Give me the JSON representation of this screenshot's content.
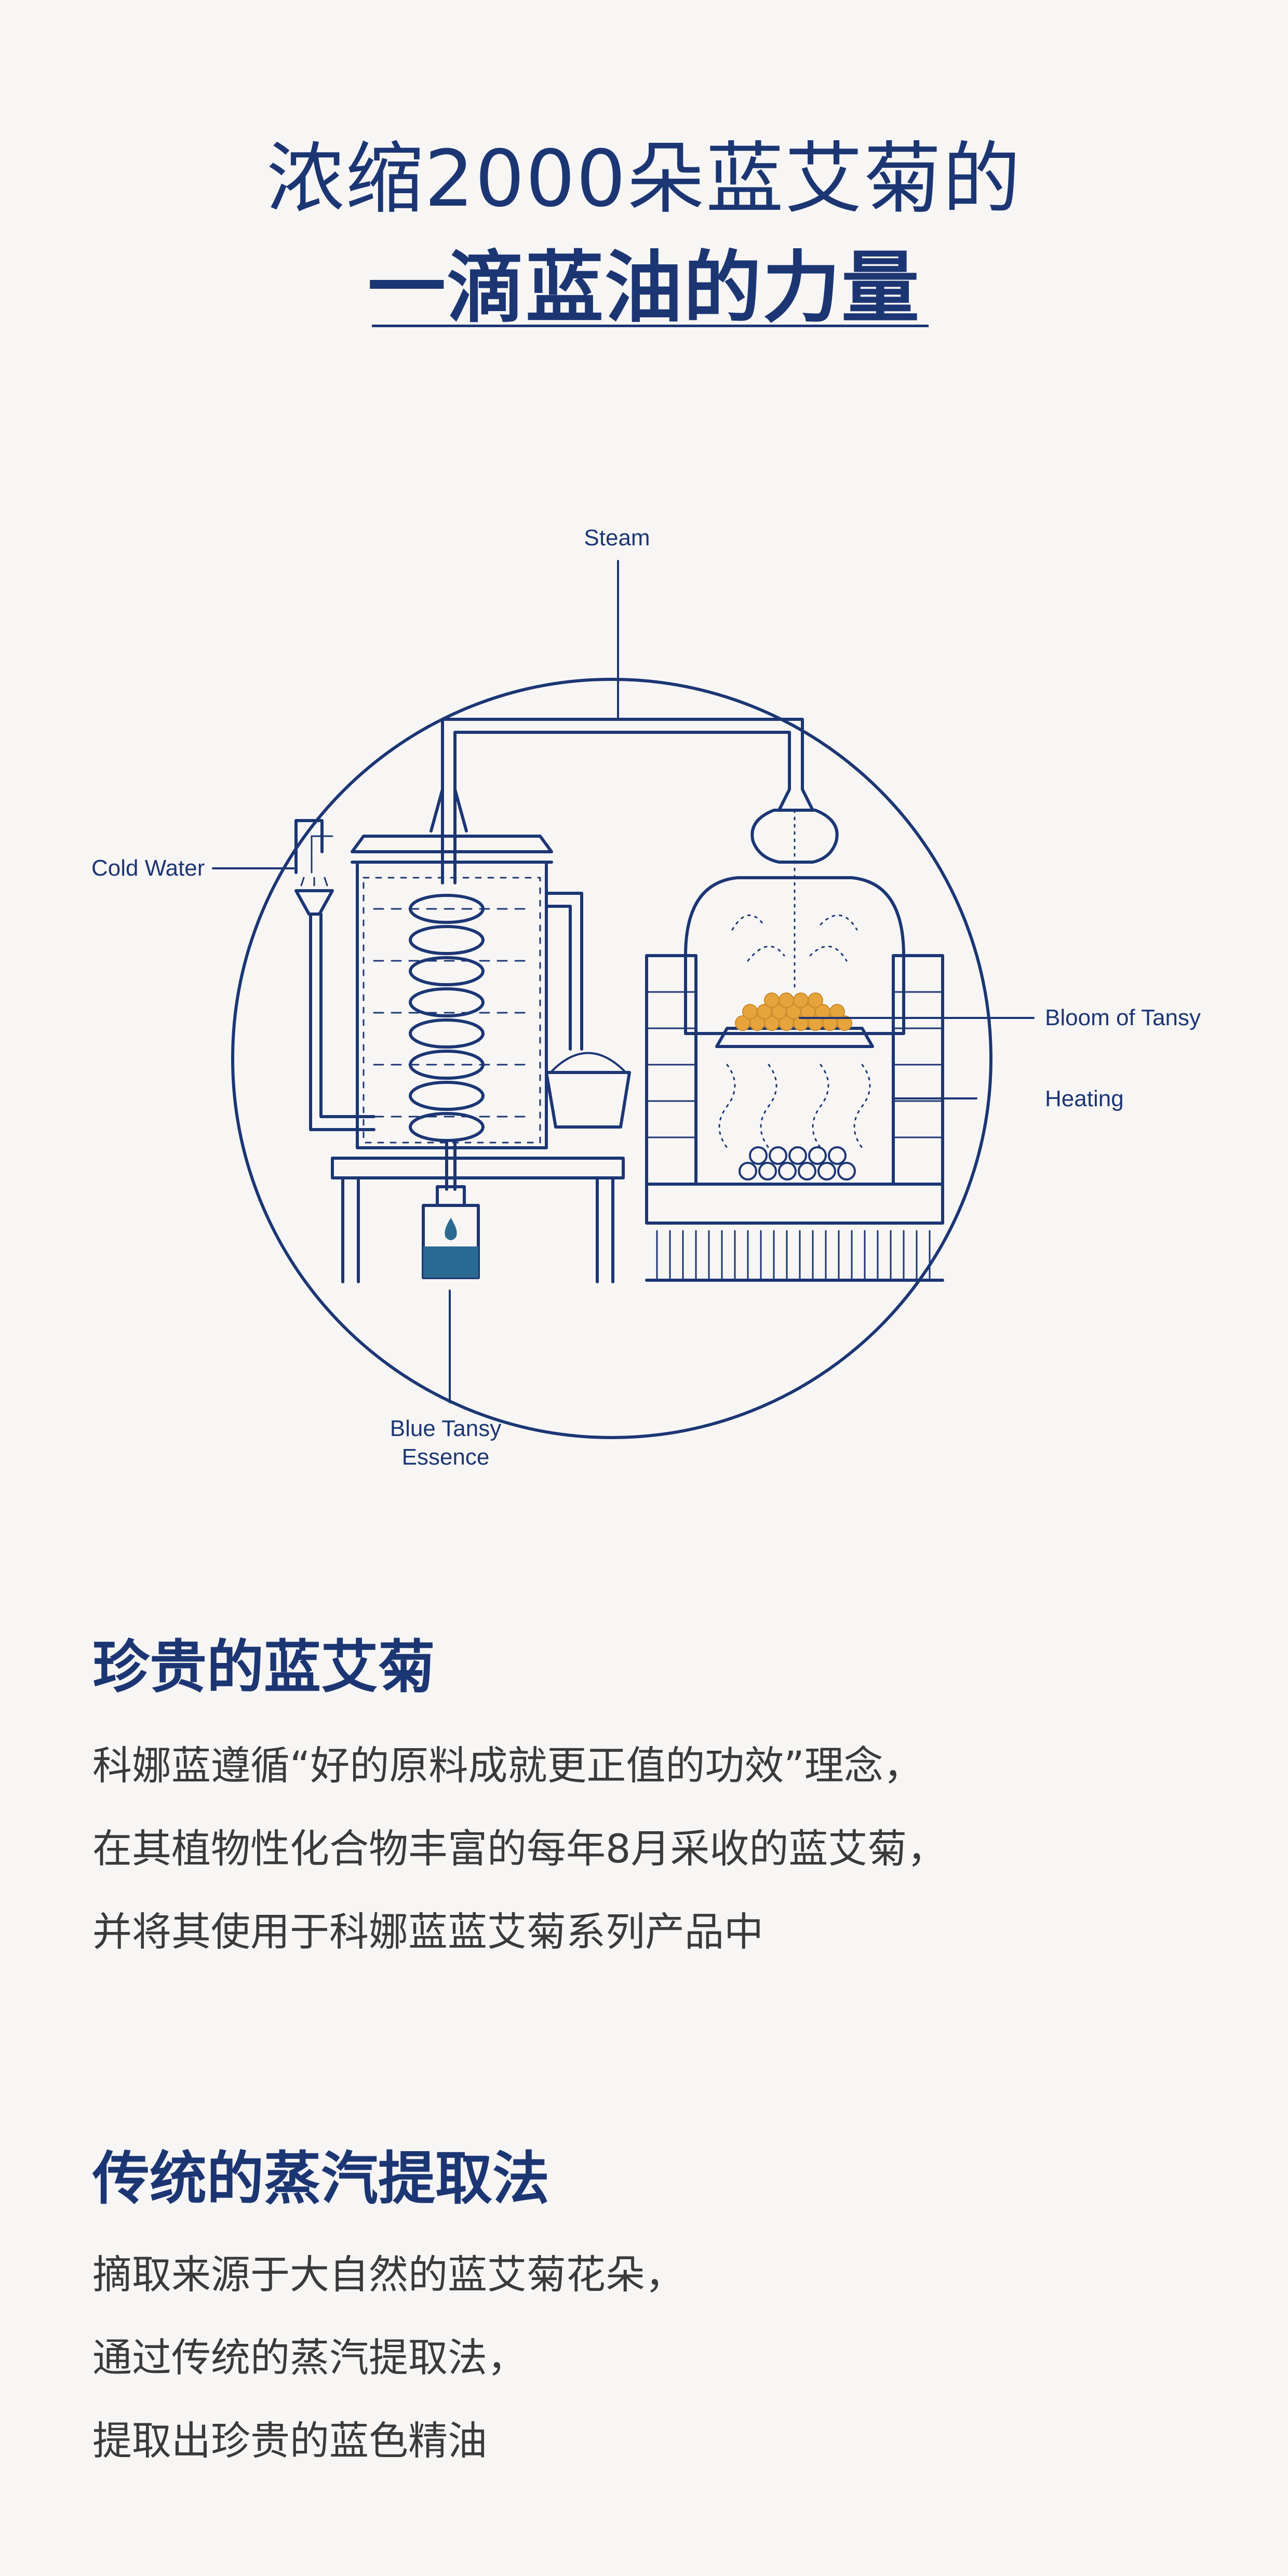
{
  "header": {
    "line1": "浓缩2000朵蓝艾菊的",
    "line2": "一滴蓝油的力量"
  },
  "diagram": {
    "labels": {
      "steam": "Steam",
      "cold_water": "Cold Water",
      "bloom": "Bloom of Tansy",
      "heating": "Heating",
      "essence_line1": "Blue Tansy",
      "essence_line2": "Essence"
    },
    "colors": {
      "line": "#1c3674",
      "flower": "#e7a43c",
      "essence": "#2a6a92"
    }
  },
  "section1": {
    "title": "珍贵的蓝艾菊",
    "lines": [
      "科娜蓝遵循“好的原料成就更正值的功效”理念，",
      "在其植物性化合物丰富的每年8月采收的蓝艾菊，",
      "并将其使用于科娜蓝蓝艾菊系列产品中"
    ]
  },
  "section2": {
    "title": "传统的蒸汽提取法",
    "lines": [
      "摘取来源于大自然的蓝艾菊花朵，",
      "通过传统的蒸汽提取法，",
      "提取出珍贵的蓝色精油"
    ]
  }
}
